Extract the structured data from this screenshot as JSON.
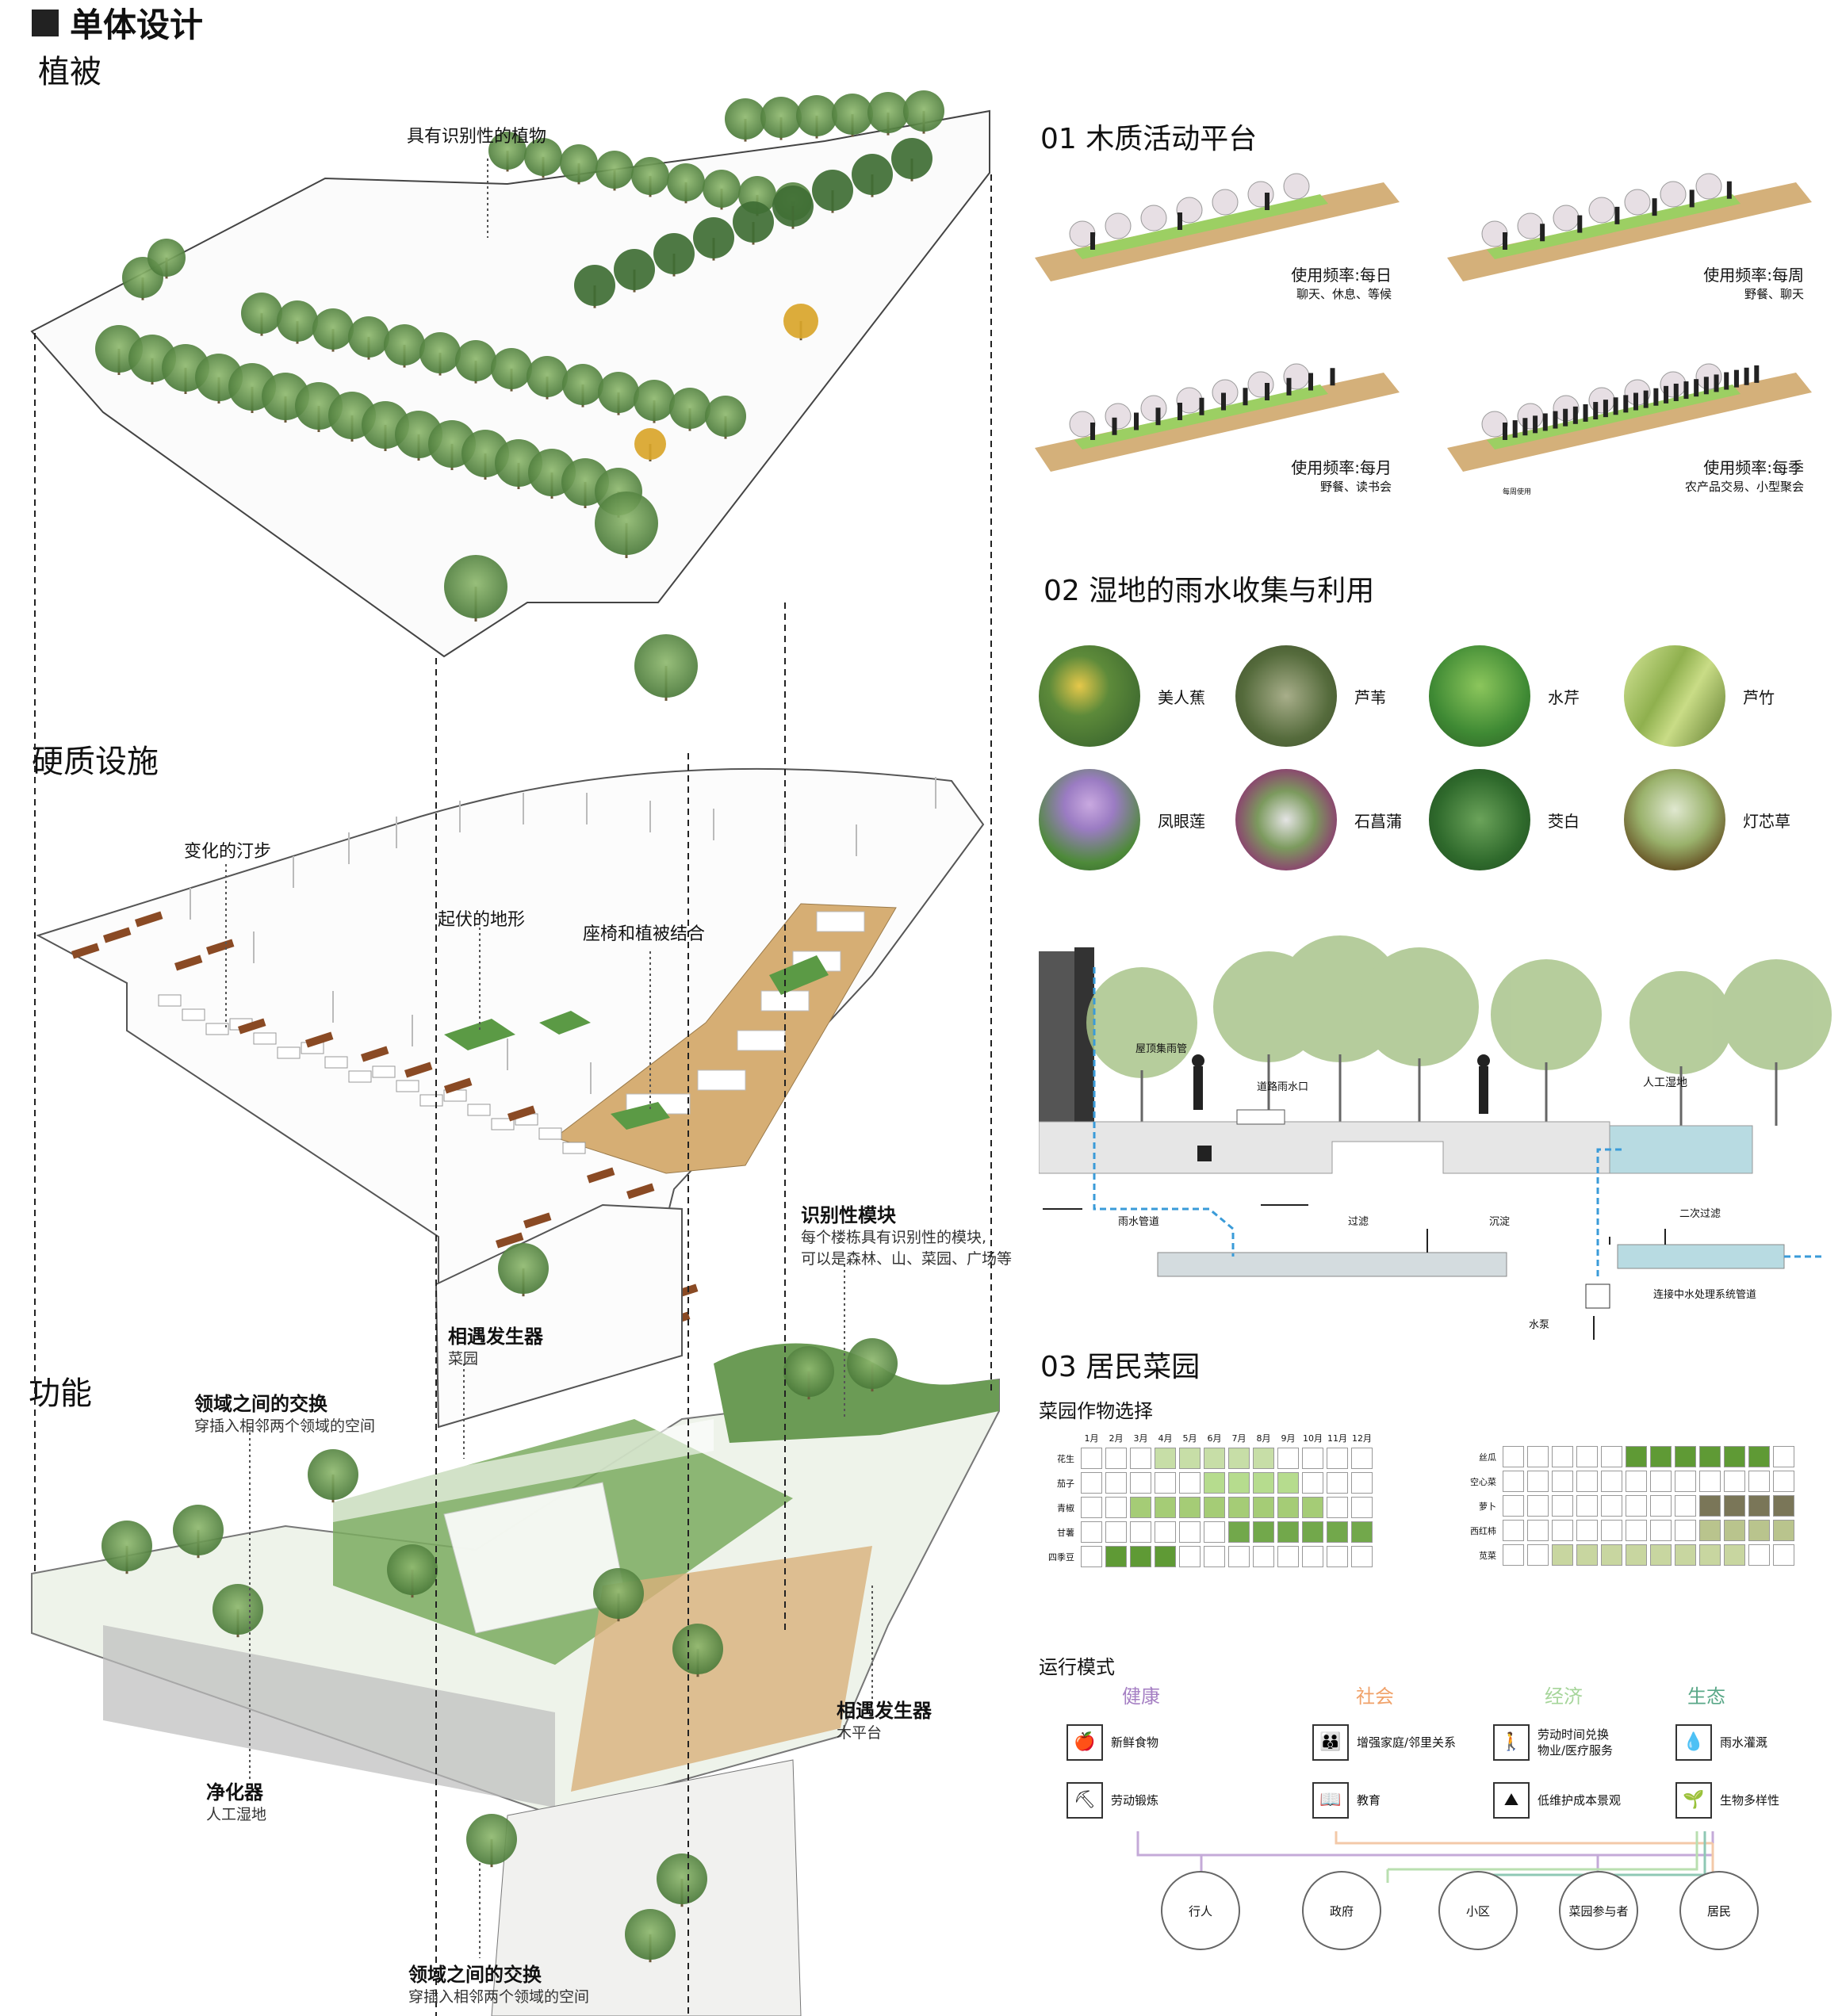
{
  "title": "单体设计",
  "layers": {
    "vegetation": "植被",
    "hardscape": "硬质设施",
    "function": "功能"
  },
  "annotations": {
    "plants": "具有识别性的植物",
    "stepping": "变化的汀步",
    "terrain": "起伏的地形",
    "seat": "座椅和植被结合",
    "module_title": "识别性模块",
    "module_desc1": "每个楼栋具有识别性的模块,",
    "module_desc2": "可以是森林、山、菜园、广场等",
    "encounter1_title": "相遇发生器",
    "encounter1_sub": "菜园",
    "exchange1_title": "领域之间的交换",
    "exchange1_sub": "穿插入相邻两个领域的空间",
    "encounter2_title": "相遇发生器",
    "encounter2_sub": "木平台",
    "purifier_title": "净化器",
    "purifier_sub": "人工湿地",
    "exchange2_title": "领域之间的交换",
    "exchange2_sub": "穿插入相邻两个领域的空间"
  },
  "section1": {
    "title": "01 木质活动平台",
    "cards": [
      {
        "freq": "使用频率:每日",
        "acts": "聊天、休息、等候"
      },
      {
        "freq": "使用频率:每周",
        "acts": "野餐、聊天"
      },
      {
        "freq": "使用频率:每月",
        "acts": "野餐、读书会"
      },
      {
        "freq": "使用频率:每季",
        "acts": "农产品交易、小型聚会"
      }
    ],
    "small_note": "每周使用"
  },
  "section2": {
    "title": "02 湿地的雨水收集与利用",
    "plants": [
      "美人蕉",
      "芦苇",
      "水芹",
      "芦竹",
      "凤眼莲",
      "石菖蒲",
      "茭白",
      "灯芯草"
    ],
    "diagram": {
      "roof": "屋顶集雨管",
      "inlet": "道路雨水口",
      "wetland": "人工湿地",
      "pipe": "雨水管道",
      "filter": "过滤",
      "settle": "沉淀",
      "filter2": "二次过滤",
      "pump": "水泵",
      "connect": "连接中水处理系统管道"
    }
  },
  "section3": {
    "title": "03 居民菜园",
    "subtitle": "菜园作物选择",
    "months": [
      "1月",
      "2月",
      "3月",
      "4月",
      "5月",
      "6月",
      "7月",
      "8月",
      "9月",
      "10月",
      "11月",
      "12月"
    ],
    "crops_left": [
      {
        "name": "花生",
        "months": [
          0,
          0,
          0,
          1,
          1,
          1,
          1,
          1,
          0,
          0,
          0,
          0
        ],
        "color": "#c7dea7"
      },
      {
        "name": "茄子",
        "months": [
          0,
          0,
          0,
          0,
          0,
          1,
          1,
          1,
          1,
          0,
          0,
          0
        ],
        "color": "#b6dc8e"
      },
      {
        "name": "青椒",
        "months": [
          0,
          0,
          1,
          1,
          1,
          1,
          1,
          1,
          1,
          1,
          0,
          0
        ],
        "color": "#a5cc76"
      },
      {
        "name": "甘薯",
        "months": [
          0,
          0,
          0,
          0,
          0,
          0,
          1,
          1,
          1,
          1,
          1,
          1
        ],
        "color": "#72a84b"
      },
      {
        "name": "四季豆",
        "months": [
          0,
          1,
          1,
          1,
          0,
          0,
          0,
          0,
          0,
          0,
          0,
          0
        ],
        "color": "#5f9a35"
      }
    ],
    "crops_right": [
      {
        "name": "丝瓜",
        "months": [
          0,
          0,
          0,
          0,
          0,
          1,
          1,
          1,
          1,
          1,
          1,
          0
        ],
        "color": "#5f9a35"
      },
      {
        "name": "空心菜",
        "months": [
          0,
          0,
          0,
          0,
          0,
          0,
          0,
          0,
          0,
          0,
          0,
          0
        ],
        "color": "#d8d8d8"
      },
      {
        "name": "萝卜",
        "months": [
          0,
          0,
          0,
          0,
          0,
          0,
          0,
          0,
          1,
          1,
          1,
          1
        ],
        "color": "#7a7658"
      },
      {
        "name": "西红柿",
        "months": [
          0,
          0,
          0,
          0,
          0,
          0,
          0,
          0,
          1,
          1,
          1,
          1
        ],
        "color": "#b9c48d"
      },
      {
        "name": "苋菜",
        "months": [
          0,
          0,
          1,
          1,
          1,
          1,
          1,
          1,
          1,
          1,
          0,
          0
        ],
        "color": "#c8d6a0"
      }
    ],
    "operation_title": "运行模式",
    "categories": [
      {
        "name": "健康",
        "color": "#a57fc3"
      },
      {
        "name": "社会",
        "color": "#f0a26a"
      },
      {
        "name": "经济",
        "color": "#a6d59a"
      },
      {
        "name": "生态",
        "color": "#5aa888"
      }
    ],
    "items": {
      "fresh_food": "新鲜食物",
      "exercise": "劳动锻炼",
      "social1": "增强家庭/邻里关系",
      "education": "教育",
      "econ1a": "劳动时间兑换",
      "econ1b": "物业/医疗服务",
      "econ2": "低维护成本景观",
      "eco1": "雨水灌溉",
      "eco2": "生物多样性"
    },
    "actors": [
      "行人",
      "政府",
      "小区",
      "菜园参与者",
      "居民"
    ]
  }
}
